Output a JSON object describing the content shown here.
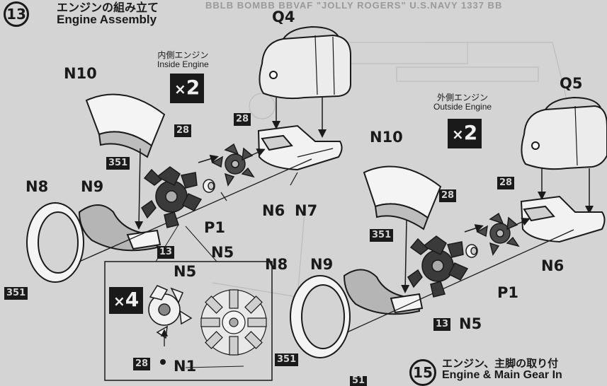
{
  "header_bleed": {
    "line1": "BBLB BOMBB BBVAF \"JOLLY ROGERS\" U.S.NAVY 1337 BB",
    "line2": "... ... ..."
  },
  "step13": {
    "number": "13",
    "title_jp": "エンジンの組み立て",
    "title_en": "Engine Assembly"
  },
  "inside_engine": {
    "label_jp": "内側エンジン",
    "label_en": "Inside Engine",
    "multiplier": "2",
    "parts": {
      "q4": "Q4",
      "n10": "N10",
      "n9": "N9",
      "n8": "N8",
      "p1": "P1",
      "n5": "N5",
      "n6": "N6",
      "n7": "N7"
    },
    "badges": {
      "b351_top": "351",
      "b351_bottom": "351",
      "b28_a": "28",
      "b28_b": "28",
      "b13": "13"
    }
  },
  "subassembly": {
    "multiplier": "4",
    "n5": "N5",
    "n1": "N1",
    "badge28": "28"
  },
  "outside_engine": {
    "label_jp": "外側エンジン",
    "label_en": "Outside Engine",
    "multiplier": "2",
    "parts": {
      "q5": "Q5",
      "n10": "N10",
      "n9": "N9",
      "n8": "N8",
      "p1": "P1",
      "n5": "N5",
      "n6": "N6"
    },
    "badges": {
      "b351_mid": "351",
      "b351_bottom": "351",
      "b28_a": "28",
      "b28_b": "28",
      "b13": "13"
    }
  },
  "step15": {
    "number": "15",
    "title_jp": "エンジン、主脚の取り付",
    "title_en": "Engine & Main Gear In"
  },
  "footer_badge": "51",
  "icons": [
    "multiplier-x-icon",
    "arrow-icon"
  ],
  "colors": {
    "ink": "#1a1a1a",
    "paper": "#d4d4d4",
    "shade": "#a8a8a8"
  }
}
